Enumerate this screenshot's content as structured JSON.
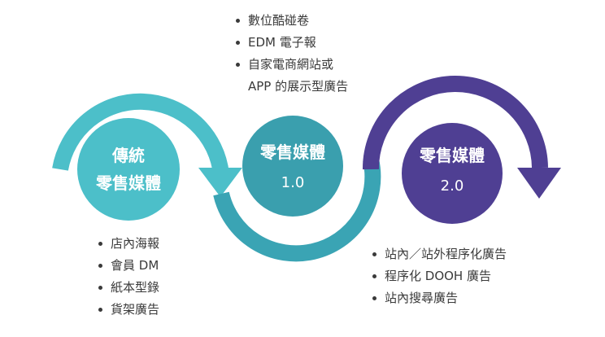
{
  "colors": {
    "circle_traditional": "#4cbfc9",
    "circle_v1": "#3a9fae",
    "circle_v2": "#4f3f93",
    "arrow_left": "#4cbfc9",
    "arrow_middle": "#3aa4b4",
    "arrow_right": "#4f3f93",
    "text": "#3a3a3a"
  },
  "stages": {
    "traditional": {
      "line1": "傳統",
      "line2": "零售媒體"
    },
    "v1": {
      "title": "零售媒體",
      "version": "1.0"
    },
    "v2": {
      "title": "零售媒體",
      "version": "2.0"
    }
  },
  "lists": {
    "top": [
      "數位酷碰卷",
      "EDM 電子報",
      "自家電商網站或",
      "APP 的展示型廣告"
    ],
    "left": [
      "店內海報",
      "會員 DM",
      "紙本型錄",
      "貨架廣告"
    ],
    "right": [
      "站內／站外程序化廣告",
      "程序化 DOOH 廣告",
      "站內搜尋廣告"
    ]
  }
}
